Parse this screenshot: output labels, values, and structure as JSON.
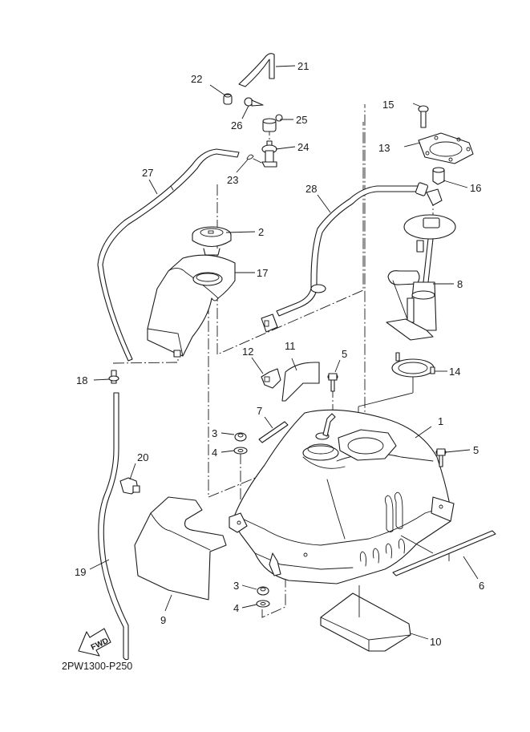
{
  "diagram": {
    "title": "Fuel tank exploded parts diagram",
    "drawing_code": "2PW1300-P250",
    "direction_indicator": {
      "label": "FWD",
      "icon": "arrow-left-icon"
    },
    "line_color": "#1a1a1a",
    "background_color": "#ffffff",
    "callouts": [
      {
        "ref": "1",
        "part": "fuel-tank"
      },
      {
        "ref": "2",
        "part": "fuel-cap"
      },
      {
        "ref": "3",
        "part": "flange-nut",
        "occurrences": 2
      },
      {
        "ref": "4",
        "part": "washer",
        "occurrences": 2
      },
      {
        "ref": "5",
        "part": "flange-bolt",
        "occurrences": 2
      },
      {
        "ref": "6",
        "part": "damper-strip"
      },
      {
        "ref": "7",
        "part": "damper-pad"
      },
      {
        "ref": "8",
        "part": "fuel-pump-assembly"
      },
      {
        "ref": "9",
        "part": "side-cover-panel"
      },
      {
        "ref": "10",
        "part": "under-tank-pad"
      },
      {
        "ref": "11",
        "part": "cover-damper"
      },
      {
        "ref": "12",
        "part": "hose-clip"
      },
      {
        "ref": "13",
        "part": "pump-retaining-plate"
      },
      {
        "ref": "14",
        "part": "pump-gasket-ring"
      },
      {
        "ref": "15",
        "part": "plate-bolt"
      },
      {
        "ref": "16",
        "part": "connector-cap"
      },
      {
        "ref": "17",
        "part": "filler-neck-cover"
      },
      {
        "ref": "18",
        "part": "hose-joint"
      },
      {
        "ref": "19",
        "part": "drain-hose"
      },
      {
        "ref": "20",
        "part": "hose-holder"
      },
      {
        "ref": "21",
        "part": "breather-hose"
      },
      {
        "ref": "22",
        "part": "hose-cap"
      },
      {
        "ref": "23",
        "part": "hose-clamp"
      },
      {
        "ref": "24",
        "part": "rollover-valve"
      },
      {
        "ref": "25",
        "part": "valve-holder"
      },
      {
        "ref": "26",
        "part": "tapping-screw"
      },
      {
        "ref": "27",
        "part": "overflow-hose"
      },
      {
        "ref": "28",
        "part": "fuel-delivery-hose"
      }
    ]
  }
}
